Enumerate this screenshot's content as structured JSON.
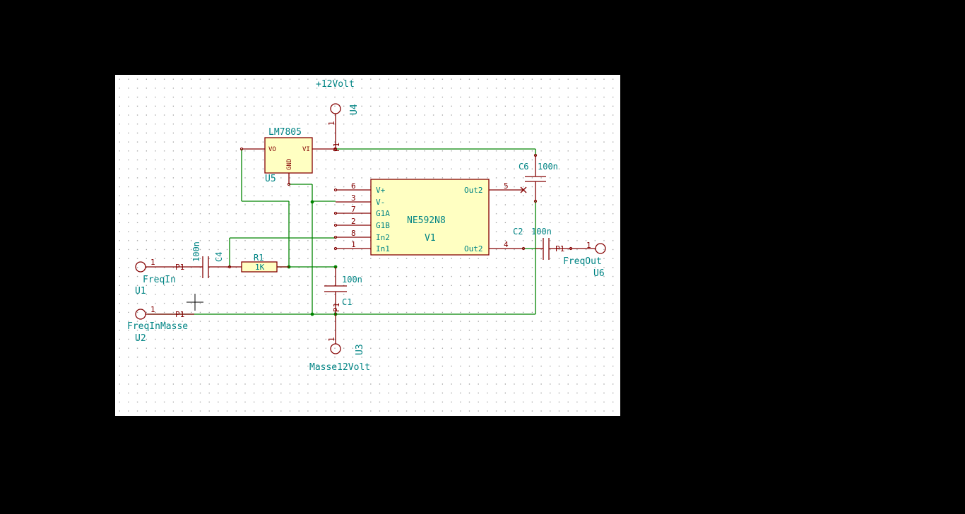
{
  "colors": {
    "background": "#000000",
    "sheet": "#ffffff",
    "grid": "#8c8c8c",
    "wire": "#008400",
    "component": "#840000",
    "component_fill": "#ffffc2",
    "label": "#008484"
  },
  "components": {
    "u4": {
      "value": "+12Volt",
      "ref": "U4",
      "pin": "1"
    },
    "u5": {
      "value": "LM7805",
      "ref": "U5",
      "pin_vo": "VO",
      "pin_vi": "VI",
      "pin_gnd": "GND"
    },
    "v1": {
      "value": "NE592N8",
      "ref": "V1",
      "pins_left": [
        {
          "num": "6",
          "name": "V+"
        },
        {
          "num": "3",
          "name": "V-"
        },
        {
          "num": "7",
          "name": "G1A"
        },
        {
          "num": "2",
          "name": "G1B"
        },
        {
          "num": "8",
          "name": "In2"
        },
        {
          "num": "1",
          "name": "In1"
        }
      ],
      "pins_right": [
        {
          "num": "5",
          "name": "Out2"
        },
        {
          "num": "4",
          "name": "Out2"
        }
      ]
    },
    "c6": {
      "ref": "C6",
      "value": "100n"
    },
    "c2": {
      "ref": "C2",
      "value": "100n"
    },
    "c4": {
      "ref": "C4",
      "value": "100n"
    },
    "c1": {
      "ref": "C1",
      "value": "100n"
    },
    "r1": {
      "ref": "R1",
      "value": "1K"
    },
    "u1": {
      "value": "FreqIn",
      "ref": "U1",
      "pin": "1",
      "pad": "P1"
    },
    "u2": {
      "value": "FreqInMasse",
      "ref": "U2",
      "pin": "1",
      "pad": "P1"
    },
    "u3": {
      "value": "Masse12Volt",
      "ref": "U3",
      "pin": "1",
      "pad": "P1"
    },
    "u6": {
      "value": "FreqOut",
      "ref": "U6",
      "pin": "1",
      "pad": "P1"
    },
    "u4_pad": "P1"
  }
}
